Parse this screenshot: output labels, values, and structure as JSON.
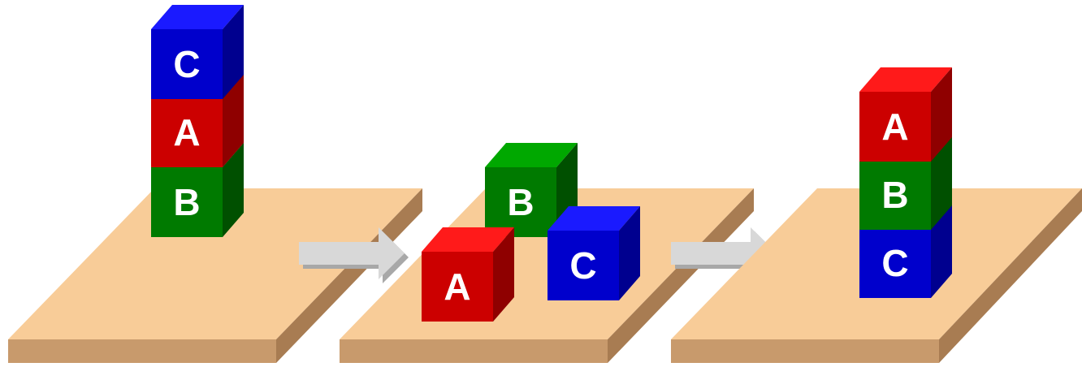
{
  "colors": {
    "red": {
      "front": "#cc0000",
      "top": "#ff1a1a",
      "side": "#8f0000"
    },
    "green": {
      "front": "#007a00",
      "top": "#00a800",
      "side": "#005000"
    },
    "blue": {
      "front": "#0000cc",
      "top": "#1a1aff",
      "side": "#00008f"
    },
    "table": {
      "top": "#f8cc98",
      "front": "#c89a6c",
      "side": "#a87c52"
    },
    "arrow": {
      "body": "#d8d8d8",
      "shade": "#a8a8a8"
    }
  },
  "scenes": [
    {
      "name": "initial-state",
      "blocks": [
        {
          "label": "B",
          "color": "green"
        },
        {
          "label": "A",
          "color": "red"
        },
        {
          "label": "C",
          "color": "blue"
        }
      ]
    },
    {
      "name": "intermediate-state",
      "blocks": [
        {
          "label": "B",
          "color": "green"
        },
        {
          "label": "A",
          "color": "red"
        },
        {
          "label": "C",
          "color": "blue"
        }
      ]
    },
    {
      "name": "goal-state",
      "blocks": [
        {
          "label": "C",
          "color": "blue"
        },
        {
          "label": "B",
          "color": "green"
        },
        {
          "label": "A",
          "color": "red"
        }
      ]
    }
  ]
}
